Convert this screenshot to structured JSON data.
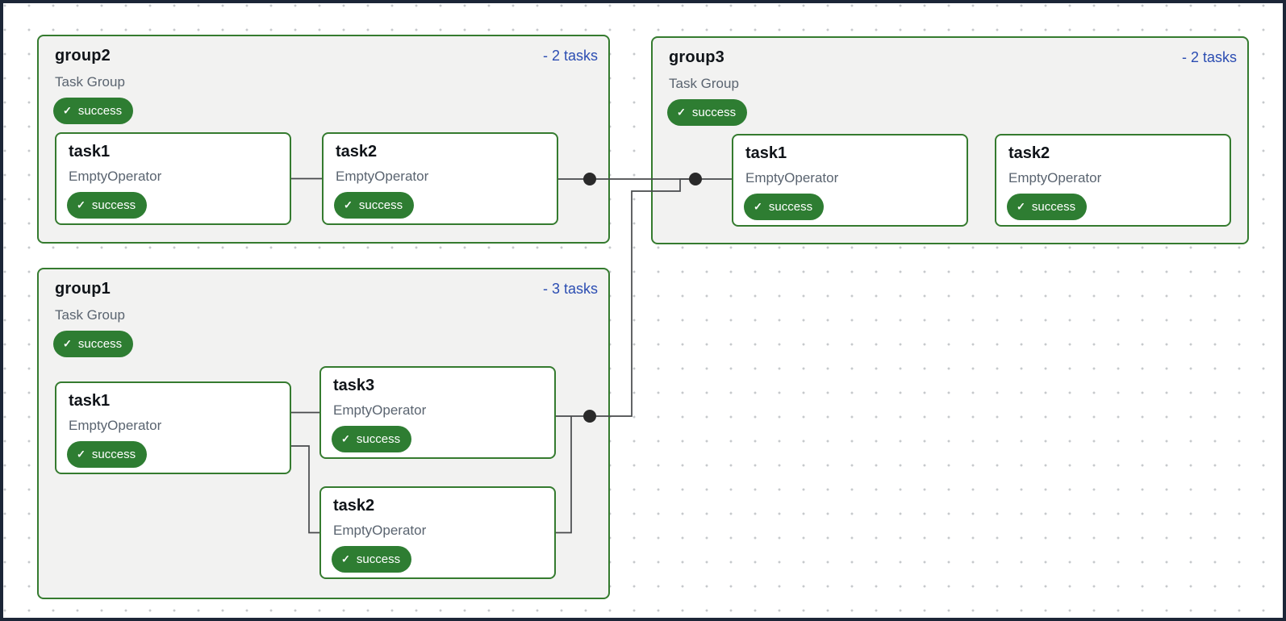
{
  "colors": {
    "frame": "#1c2637",
    "dotgrid": "#c6c9cc",
    "groupfill": "#f2f2f1",
    "green": "#357b2f",
    "badge": "#2e7d32",
    "blue": "#2b4db2",
    "edge": "#47494b",
    "dot": "#2a2a2a",
    "title": "#101419",
    "muted": "#5a6470"
  },
  "icons": {
    "check": "✓"
  },
  "diagram": {
    "groups": [
      {
        "name": "group2",
        "type_label": "Task Group",
        "status": "success",
        "collapse_label": "- 2 tasks",
        "tasks": [
          {
            "name": "task1",
            "operator": "EmptyOperator",
            "status": "success"
          },
          {
            "name": "task2",
            "operator": "EmptyOperator",
            "status": "success"
          }
        ]
      },
      {
        "name": "group3",
        "type_label": "Task Group",
        "status": "success",
        "collapse_label": "- 2 tasks",
        "tasks": [
          {
            "name": "task1",
            "operator": "EmptyOperator",
            "status": "success"
          },
          {
            "name": "task2",
            "operator": "EmptyOperator",
            "status": "success"
          }
        ]
      },
      {
        "name": "group1",
        "type_label": "Task Group",
        "status": "success",
        "collapse_label": "- 3 tasks",
        "tasks": [
          {
            "name": "task1",
            "operator": "EmptyOperator",
            "status": "success"
          },
          {
            "name": "task3",
            "operator": "EmptyOperator",
            "status": "success"
          },
          {
            "name": "task2",
            "operator": "EmptyOperator",
            "status": "success"
          }
        ]
      }
    ]
  }
}
